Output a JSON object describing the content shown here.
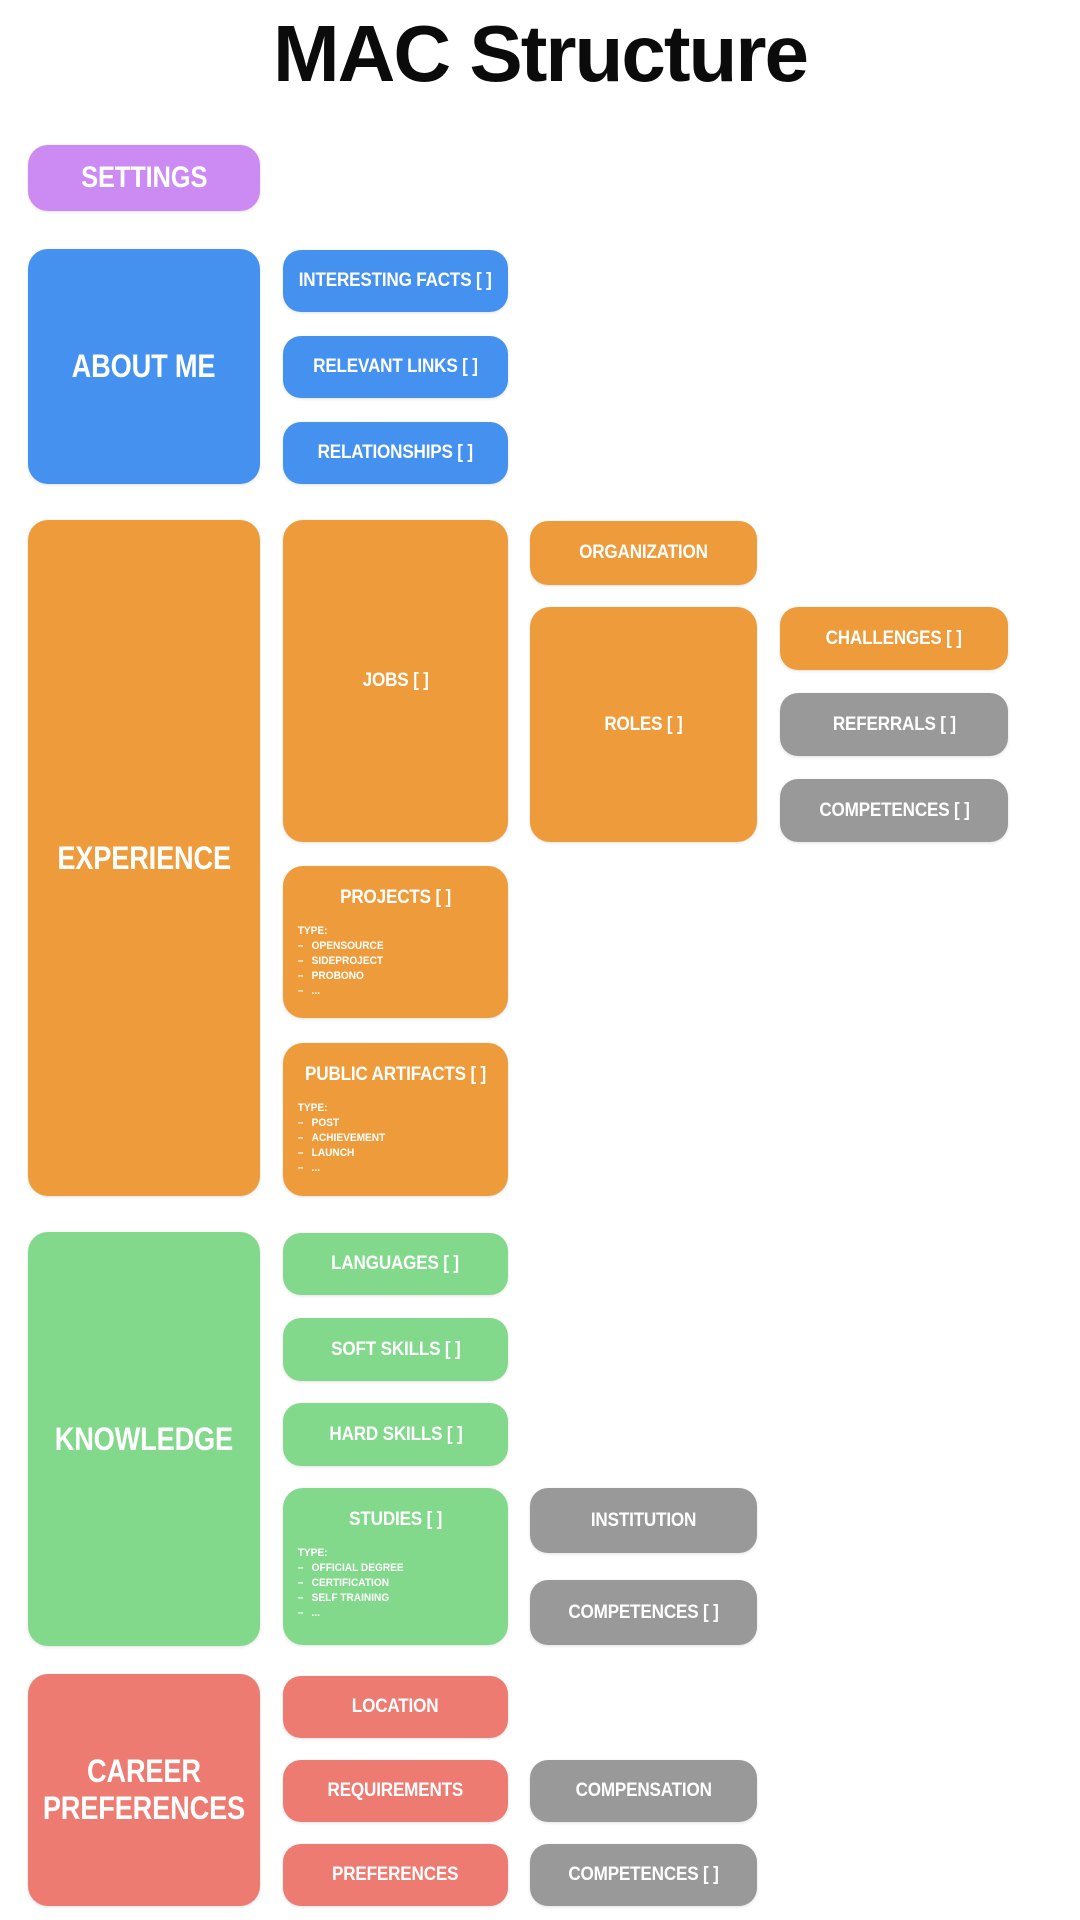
{
  "title": "MAC Structure",
  "colors": {
    "purple": "#cb8bf2",
    "blue": "#4591f0",
    "orange": "#ee9b3b",
    "green": "#82d98b",
    "salmon": "#ed7b72",
    "gray": "#999999",
    "text": "#ffffff",
    "title_text": "#0b0b0b",
    "background": "#ffffff"
  },
  "nodes": {
    "settings": {
      "label": "SETTINGS"
    },
    "about_me": {
      "label": "ABOUT ME"
    },
    "interesting_facts": {
      "label": "INTERESTING FACTS [ ]"
    },
    "relevant_links": {
      "label": "RELEVANT LINKS [ ]"
    },
    "relationships": {
      "label": "RELATIONSHIPS [ ]"
    },
    "experience": {
      "label": "EXPERIENCE"
    },
    "jobs": {
      "label": "JOBS [ ]"
    },
    "organization": {
      "label": "ORGANIZATION"
    },
    "roles": {
      "label": "ROLES [ ]"
    },
    "challenges": {
      "label": "CHALLENGES [ ]"
    },
    "referrals": {
      "label": "REFERRALS [ ]"
    },
    "competences_experience": {
      "label": "COMPETENCES [ ]"
    },
    "projects": {
      "label": "PROJECTS [ ]",
      "type_heading": "TYPE:",
      "types": [
        "OPENSOURCE",
        "SIDEPROJECT",
        "PROBONO",
        "..."
      ]
    },
    "public_artifacts": {
      "label": "PUBLIC ARTIFACTS [ ]",
      "type_heading": "TYPE:",
      "types": [
        "POST",
        "ACHIEVEMENT",
        "LAUNCH",
        "..."
      ]
    },
    "knowledge": {
      "label": "KNOWLEDGE"
    },
    "languages": {
      "label": "LANGUAGES [ ]"
    },
    "soft_skills": {
      "label": "SOFT SKILLS [ ]"
    },
    "hard_skills": {
      "label": "HARD SKILLS [ ]"
    },
    "studies": {
      "label": "STUDIES [ ]",
      "type_heading": "TYPE:",
      "types": [
        "OFFICIAL DEGREE",
        "CERTIFICATION",
        "SELF TRAINING",
        "..."
      ]
    },
    "institution": {
      "label": "INSTITUTION"
    },
    "competences_knowledge": {
      "label": "COMPETENCES [ ]"
    },
    "career_preferences": {
      "label": "CAREER PREFERENCES"
    },
    "location": {
      "label": "LOCATION"
    },
    "requirements": {
      "label": "REQUIREMENTS"
    },
    "preferences": {
      "label": "PREFERENCES"
    },
    "compensation": {
      "label": "COMPENSATION"
    },
    "competences_career": {
      "label": "COMPETENCES [ ]"
    }
  }
}
